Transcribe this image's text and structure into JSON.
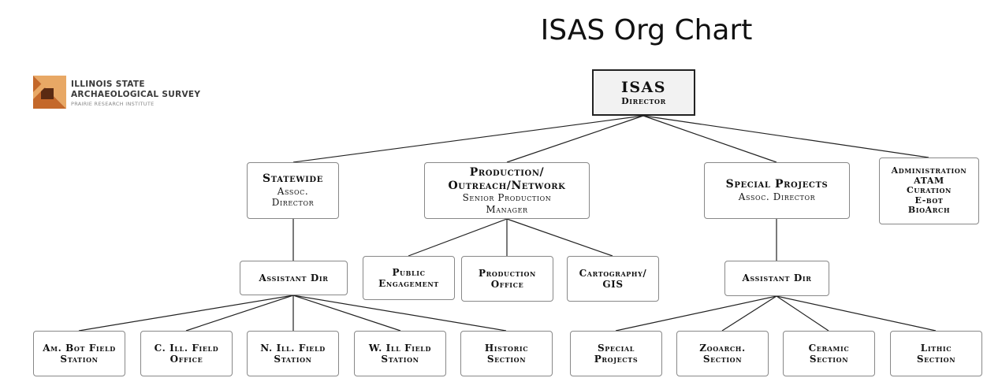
{
  "title": "ISAS Org Chart",
  "logo": {
    "line1": "ILLINOIS STATE",
    "line2": "ARCHAEOLOGICAL SURVEY",
    "line3": "PRAIRIE RESEARCH INSTITUTE",
    "colors": {
      "dark": "#5a2a12",
      "mid": "#c4682a",
      "light": "#e8a865"
    }
  },
  "colors": {
    "line": "#222222",
    "border": "#888888",
    "root_fill": "#f2f2f2"
  },
  "root": {
    "title": "ISAS",
    "subtitle": "Director"
  },
  "level1": [
    {
      "title": "Statewide",
      "subtitle": "Assoc.\nDirector"
    },
    {
      "title": "Production/\nOutreach/Network",
      "subtitle": "Senior Production\nManager"
    },
    {
      "title": "Special Projects",
      "subtitle": "Assoc. Director"
    },
    {
      "title": "Administration\nATAM\nCuration\nE-bot\nBioArch"
    }
  ],
  "statewide_assistant": "Assistant Dir",
  "production_children": [
    "Public\nEngagement",
    "Production\nOffice",
    "Cartography/\nGIS"
  ],
  "special_assistant": "Assistant Dir",
  "statewide_units": [
    "Am. Bot Field\nStation",
    "C. Ill. Field\nOffice",
    "N. Ill. Field\nStation",
    "W. Ill Field\nStation",
    "Historic\nSection"
  ],
  "special_units": [
    "Special\nProjects",
    "Zooarch.\nSection",
    "Ceramic\nSection",
    "Lithic\nSection"
  ]
}
